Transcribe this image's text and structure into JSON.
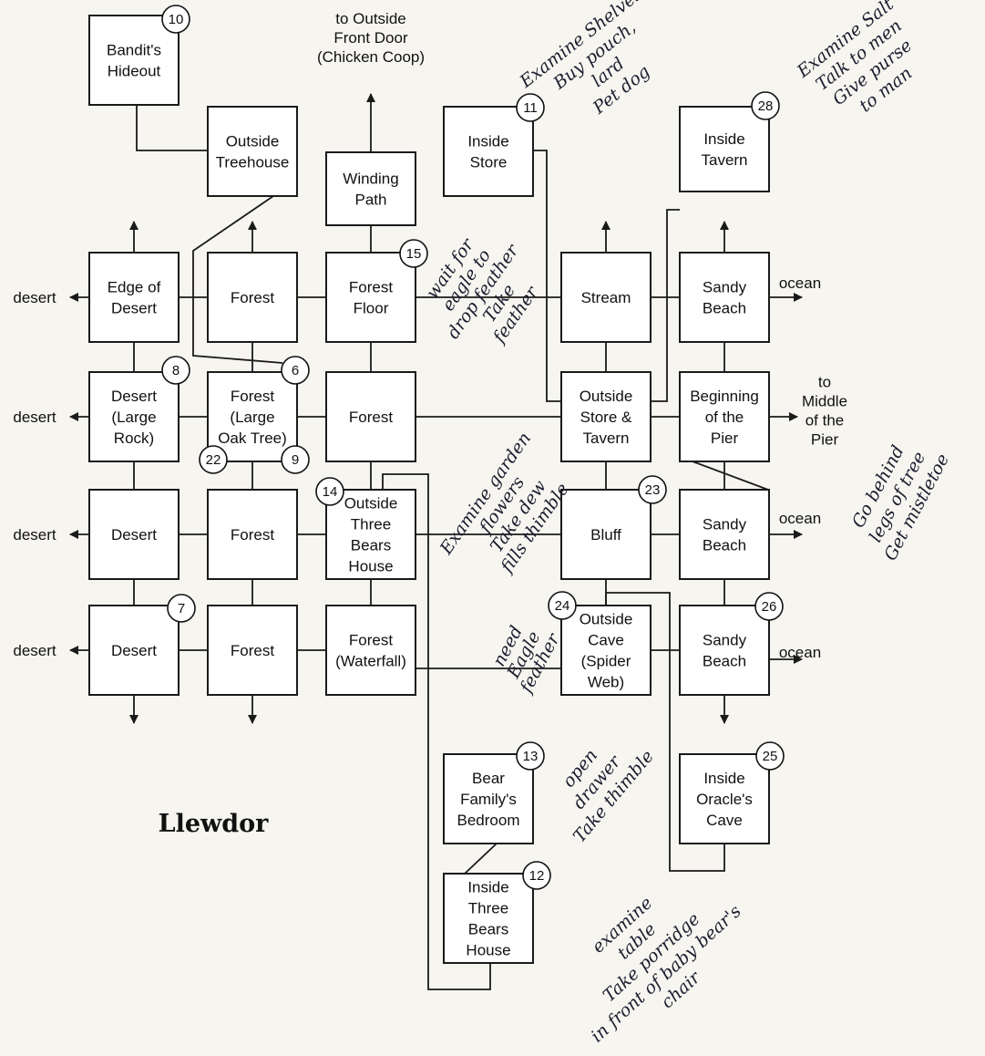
{
  "title": "Llewdor",
  "rooms": {
    "bandits_hideout": "Bandit's\nHideout",
    "outside_treehouse": "Outside\nTreehouse",
    "winding_path": "Winding\nPath",
    "inside_store": "Inside\nStore",
    "inside_tavern": "Inside\nTavern",
    "edge_of_desert": "Edge of\nDesert",
    "forest_r1": "Forest",
    "forest_floor": "Forest\nFloor",
    "stream": "Stream",
    "sandy_beach_top": "Sandy\nBeach",
    "desert_large_rock": "Desert\n(Large\nRock)",
    "forest_oak": "Forest\n(Large\nOak Tree)",
    "forest_r2": "Forest",
    "outside_store_tavern": "Outside\nStore &\nTavern",
    "beginning_pier": "Beginning\nof the\nPier",
    "desert_r3": "Desert",
    "forest_r3": "Forest",
    "outside_three_bears": "Outside\nThree\nBears\nHouse",
    "bluff": "Bluff",
    "sandy_beach_mid": "Sandy\nBeach",
    "desert_r4": "Desert",
    "forest_r4": "Forest",
    "forest_waterfall": "Forest\n(Waterfall)",
    "outside_cave": "Outside\nCave\n(Spider\nWeb)",
    "sandy_beach_low": "Sandy\nBeach",
    "bear_bedroom": "Bear\nFamily's\nBedroom",
    "inside_oracle_cave": "Inside\nOracle's\nCave",
    "inside_three_bears": "Inside\nThree\nBears\nHouse"
  },
  "badges": {
    "b10": "10",
    "b11": "11",
    "b28": "28",
    "b15": "15",
    "b8": "8",
    "b6": "6",
    "b22": "22",
    "b9": "9",
    "b14": "14",
    "b23": "23",
    "b7": "7",
    "b24": "24",
    "b26": "26",
    "b13": "13",
    "b25": "25",
    "b12": "12"
  },
  "exit_labels": {
    "desert_1": "desert",
    "desert_2": "desert",
    "desert_3": "desert",
    "desert_4": "desert",
    "ocean_1": "ocean",
    "ocean_2": "ocean",
    "ocean_3": "ocean",
    "front_door": "to Outside\nFront Door\n(Chicken Coop)",
    "middle_pier": "to\nMiddle\nof the\nPier"
  },
  "notes": {
    "store": "Examine Shelves\nBuy pouch,\nlard\nPet dog",
    "tavern": "Examine Salt\nTalk to men\nGive purse\nto man",
    "forest_floor": "wait for\neagle to\ndrop feather\nTake\nfeather",
    "garden": "Examine garden\nflowers\nTake dew\nfills thimble",
    "pier": "Go behind\nlegs of tree\nGet mistletoe",
    "cave": "need\nEagle\nfeather",
    "bedroom": "open\ndrawer\nTake thimble",
    "bears_house": "examine\ntable\nTake porridge\nin front of baby bear's\nchair"
  }
}
